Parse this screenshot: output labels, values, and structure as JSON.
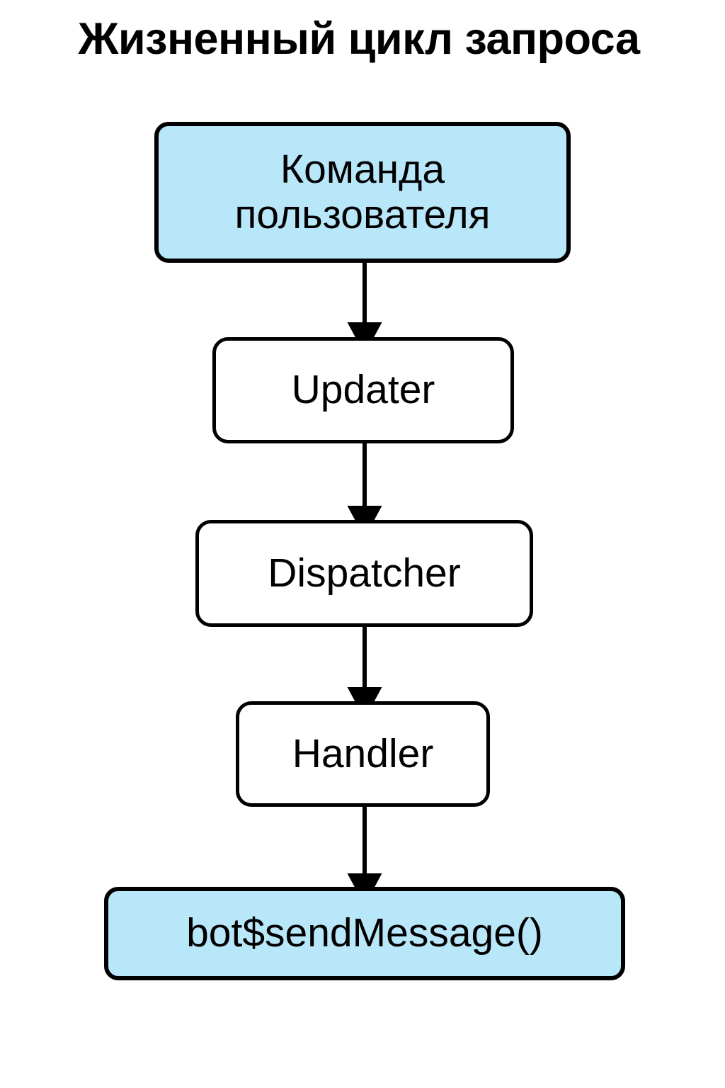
{
  "page": {
    "title": "Жизненный цикл запроса",
    "background_color": "#ffffff",
    "text_color": "#000000"
  },
  "colors": {
    "accent_fill": "#b9e7fa",
    "plain_fill": "#ffffff",
    "stroke": "#000000"
  },
  "chart_data": {
    "type": "flowchart",
    "title": "Жизненный цикл запроса",
    "orientation": "top-to-bottom",
    "nodes": [
      {
        "id": "user-command",
        "label": "Команда пользователя",
        "shape": "rounded-rect",
        "fill": "#b9e7fa",
        "stroke": "#000000"
      },
      {
        "id": "updater",
        "label": "Updater",
        "shape": "rounded-rect",
        "fill": "#ffffff",
        "stroke": "#000000"
      },
      {
        "id": "dispatcher",
        "label": "Dispatcher",
        "shape": "rounded-rect",
        "fill": "#ffffff",
        "stroke": "#000000"
      },
      {
        "id": "handler",
        "label": "Handler",
        "shape": "rounded-rect",
        "fill": "#ffffff",
        "stroke": "#000000"
      },
      {
        "id": "send-message",
        "label": "bot$sendMessage()",
        "shape": "rounded-rect",
        "fill": "#b9e7fa",
        "stroke": "#000000"
      }
    ],
    "edges": [
      {
        "from": "user-command",
        "to": "updater",
        "label": "",
        "arrow": "solid-triangle"
      },
      {
        "from": "updater",
        "to": "dispatcher",
        "label": "",
        "arrow": "solid-triangle"
      },
      {
        "from": "dispatcher",
        "to": "handler",
        "label": "",
        "arrow": "solid-triangle"
      },
      {
        "from": "handler",
        "to": "send-message",
        "label": "",
        "arrow": "solid-triangle"
      }
    ]
  },
  "nodes": {
    "user_command": {
      "line1": "Команда",
      "line2": "пользователя",
      "label": "Команда пользователя"
    },
    "updater": {
      "label": "Updater"
    },
    "dispatcher": {
      "label": "Dispatcher"
    },
    "handler": {
      "label": "Handler"
    },
    "send_message": {
      "label": "bot$sendMessage()"
    }
  }
}
